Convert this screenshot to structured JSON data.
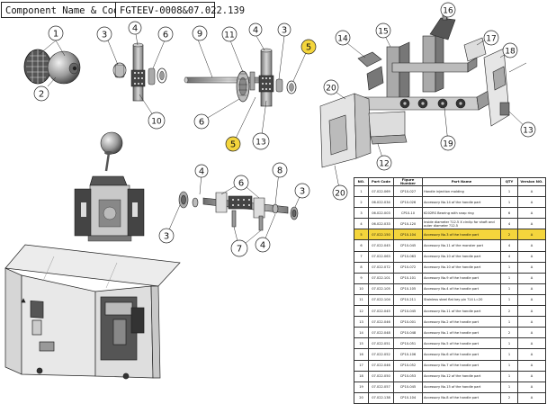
{
  "header": {
    "label": "Component Name & Code:",
    "value": "FGTEEV-0008&07.022.139"
  },
  "callouts": [
    {
      "n": "1",
      "hl": false
    },
    {
      "n": "2",
      "hl": false
    },
    {
      "n": "3",
      "hl": false
    },
    {
      "n": "4",
      "hl": false
    },
    {
      "n": "6",
      "hl": false
    },
    {
      "n": "9",
      "hl": false
    },
    {
      "n": "11",
      "hl": false
    },
    {
      "n": "4",
      "hl": false
    },
    {
      "n": "3",
      "hl": false
    },
    {
      "n": "5",
      "hl": true
    },
    {
      "n": "10",
      "hl": false
    },
    {
      "n": "6",
      "hl": false
    },
    {
      "n": "5",
      "hl": true
    },
    {
      "n": "13",
      "hl": false
    },
    {
      "n": "14",
      "hl": false
    },
    {
      "n": "15",
      "hl": false
    },
    {
      "n": "16",
      "hl": false
    },
    {
      "n": "17",
      "hl": false
    },
    {
      "n": "18",
      "hl": false
    },
    {
      "n": "20",
      "hl": false
    },
    {
      "n": "13",
      "hl": false
    },
    {
      "n": "19",
      "hl": false
    },
    {
      "n": "12",
      "hl": false
    },
    {
      "n": "20",
      "hl": false
    },
    {
      "n": "4",
      "hl": false
    },
    {
      "n": "6",
      "hl": false
    },
    {
      "n": "8",
      "hl": false
    },
    {
      "n": "3",
      "hl": false
    },
    {
      "n": "3",
      "hl": false
    },
    {
      "n": "7",
      "hl": false
    },
    {
      "n": "4",
      "hl": false
    }
  ],
  "table": {
    "headers": [
      "NO.",
      "Part Code",
      "Figure Number",
      "Part Name",
      "QTY",
      "Version NO."
    ],
    "rows": [
      [
        "1",
        "07.022.069",
        "CP10-027",
        "Handle injection molding",
        "1",
        "A"
      ],
      [
        "2",
        "06.022.034",
        "CP10-026",
        "Accessory No.14 of the handle part",
        "1",
        "A"
      ],
      [
        "3",
        "06.022.003",
        "CP10-10",
        "6202RS Bearing with snap ring",
        "6",
        "A"
      ],
      [
        "4",
        "06.022.033",
        "CP10-120",
        "Inside diameter ?12.5 X circlip for shaft and outer diameter ?12.5",
        "4",
        "A"
      ],
      [
        "5",
        "07.022.150",
        "CP10-104",
        "Accessory No.3 of the handle part",
        "2",
        "A"
      ],
      [
        "6",
        "07.022.045",
        "CP10-045",
        "Accessory No.11 of the monster part",
        "4",
        "A"
      ],
      [
        "7",
        "07.022.063",
        "CP10-063",
        "Accessory No.10 of the handle part",
        "4",
        "A"
      ],
      [
        "8",
        "07.022.072",
        "CP10-072",
        "Accessory No.10 of the handle part",
        "1",
        "A"
      ],
      [
        "9",
        "07.022.101",
        "CP10-101",
        "Accessory No.9 of the handle part",
        "1",
        "A"
      ],
      [
        "10",
        "07.022.105",
        "CP10-105",
        "Accessory No.4 of the handle part",
        "1",
        "A"
      ],
      [
        "11",
        "07.022.104",
        "CP10-211",
        "Stainless steel flat key pin ?14 L=20",
        "1",
        "A"
      ],
      [
        "12",
        "07.022.045",
        "CP10-045",
        "Accessory No.11 of the handle part",
        "2",
        "A"
      ],
      [
        "13",
        "07.022.046",
        "CP10-001",
        "Accessory No.2 of the handle part",
        "1",
        "A"
      ],
      [
        "14",
        "07.022.048",
        "CP10-048",
        "Accessory No.1 of the handle part",
        "2",
        "A"
      ],
      [
        "15",
        "07.022.051",
        "CP10-051",
        "Accessory No.5 of the handle part",
        "1",
        "A"
      ],
      [
        "16",
        "07.022.052",
        "CP10-106",
        "Accessory No.6 of the handle part",
        "1",
        "A"
      ],
      [
        "17",
        "07.022.046",
        "CP10-052",
        "Accessory No.7 of the handle part",
        "1",
        "A"
      ],
      [
        "18",
        "07.022.050",
        "CP10-053",
        "Accessory No.12 of the handle part",
        "1",
        "A"
      ],
      [
        "19",
        "07.022.057",
        "CP10-045",
        "Accessory No.15 of the handle part",
        "1",
        "A"
      ],
      [
        "20",
        "07.022.138",
        "CP10-104",
        "Accessory No.8 of the handle part",
        "2",
        "A"
      ]
    ]
  },
  "colors": {
    "highlight": "#f4d53c",
    "line": "#1a1a1a",
    "metal": "#9a9a9a",
    "dark": "#333333"
  }
}
